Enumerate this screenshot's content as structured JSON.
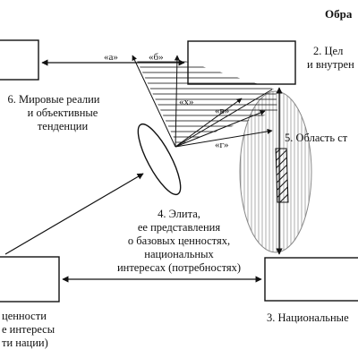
{
  "header": {
    "title": "Обра"
  },
  "boxes": {
    "b2": {
      "line1": "2. Цел",
      "line2": "и внутрен"
    },
    "b3": {
      "label": "3. Национальные"
    },
    "b6": {
      "line1": "6. Мировые реалии",
      "line2": "и объективные",
      "line3": "тенденции"
    },
    "b1": {
      "line1": "ценности",
      "line2": "е интересы",
      "line3": "ти нации)"
    }
  },
  "center": {
    "line1": "4. Элита,",
    "line2": "ее представления",
    "line3": "о базовых ценностях,",
    "line4": "национальных",
    "line5": "интересах (потребностях)"
  },
  "area": {
    "label": "5. Область ст"
  },
  "tags": {
    "a": "«а»",
    "b": "«б»",
    "x": "«х»",
    "v": "«в»",
    "g": "«г»"
  },
  "colors": {
    "ink": "#111111",
    "ellipse": "#888888",
    "background": "#ffffff"
  }
}
